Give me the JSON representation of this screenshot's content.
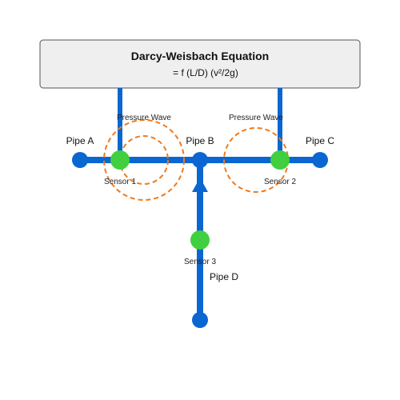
{
  "header": {
    "title": "Darcy-Weisbach Equation",
    "equation": "= f (L/D) (v²/2g)"
  },
  "pipes": {
    "a": "Pipe A",
    "b": "Pipe B",
    "c": "Pipe C",
    "d": "Pipe D"
  },
  "sensors": {
    "s1": "Sensor 1",
    "s2": "Sensor 2",
    "s3": "Sensor 3"
  },
  "waves": {
    "left": "Pressure Wave",
    "right": "Pressure Wave"
  },
  "colors": {
    "pipe": "#0a66d1",
    "sensor": "#3fcf3f",
    "wave": "#ee7a1c",
    "header_bg": "#efefef",
    "header_border": "#555555"
  }
}
